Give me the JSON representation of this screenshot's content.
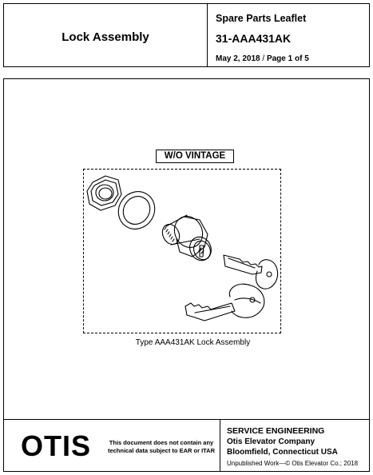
{
  "header": {
    "title": "Lock Assembly",
    "leaflet": "Spare Parts Leaflet",
    "part_number": "31-AAA431AK",
    "date": "May 2, 2018",
    "separator": " / ",
    "page": "Page 1 of 5"
  },
  "figure": {
    "label": "W/O VINTAGE",
    "caption": "Type AAA431AK Lock Assembly"
  },
  "footer": {
    "logo": "OTIS",
    "notice": "This document does not contain any technical data subject to EAR or ITAR",
    "dept": "SERVICE ENGINEERING",
    "company": "Otis Elevator Company",
    "location": "Bloomfield, Connecticut USA",
    "copyright": "Unpublished Work—© Otis Elevator Co.; 2018"
  }
}
